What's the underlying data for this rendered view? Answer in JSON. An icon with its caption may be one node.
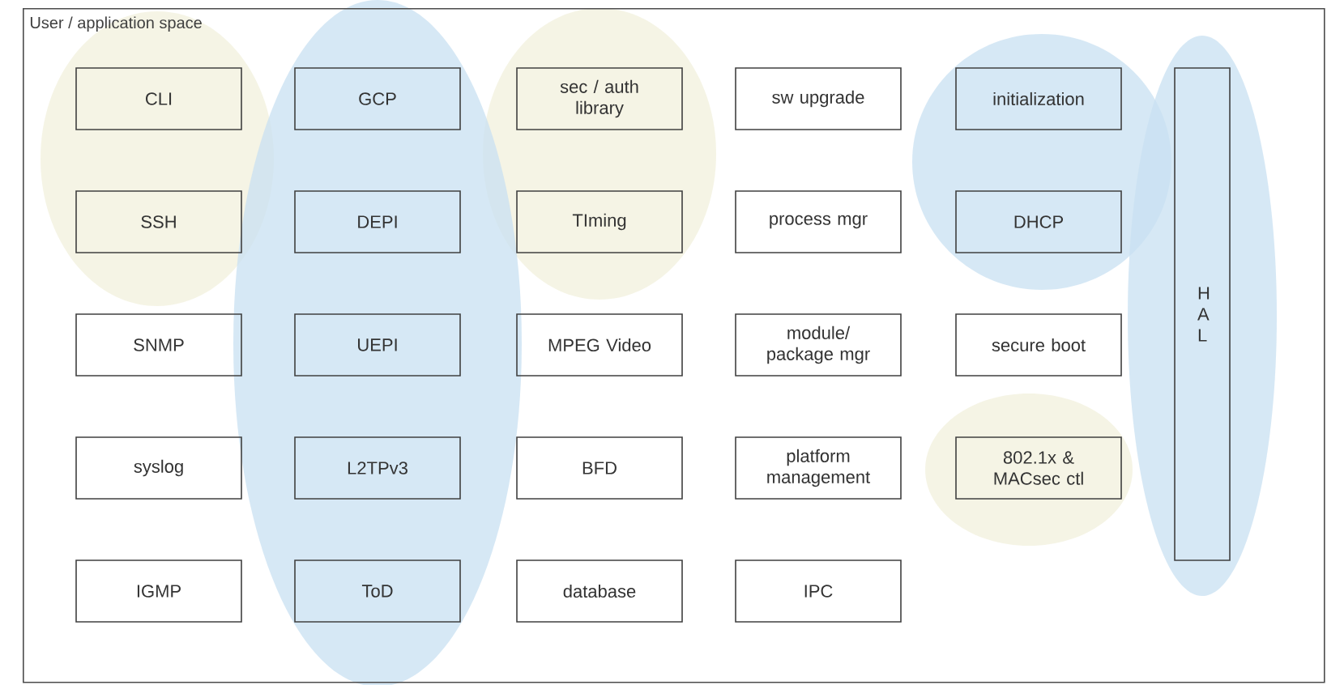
{
  "diagram": {
    "nodes": [
      {
        "text": [
          "User / application space"
        ]
      },
      {
        "text": [
          "CLI"
        ],
        "in": 0
      },
      {
        "text": [
          "GCP"
        ],
        "in": 0
      },
      {
        "text": [
          "sec / auth library"
        ],
        "in": 0
      },
      {
        "text": [
          "sw upgrade"
        ],
        "in": 0
      },
      {
        "text": [
          "initialization"
        ],
        "in": 0
      },
      {
        "text": [
          "H A L"
        ],
        "in": 0
      },
      {
        "text": [
          "SSH"
        ],
        "in": 0
      },
      {
        "text": [
          "DEPI"
        ],
        "in": 0
      },
      {
        "text": [
          "TIming"
        ],
        "in": 0
      },
      {
        "text": [
          "process mgr"
        ],
        "in": 0
      },
      {
        "text": [
          "DHCP"
        ],
        "in": 0
      },
      {
        "text": [
          "SNMP"
        ],
        "in": 0
      },
      {
        "text": [
          "UEPI"
        ],
        "in": 0
      },
      {
        "text": [
          "MPEG Video"
        ],
        "in": 0
      },
      {
        "text": [
          "module/ package mgr"
        ],
        "in": 0
      },
      {
        "text": [
          "secure boot"
        ],
        "in": 0
      },
      {
        "text": [
          "syslog"
        ],
        "in": 0
      },
      {
        "text": [
          "L2TPv3"
        ],
        "in": 0
      },
      {
        "text": [
          "BFD"
        ],
        "in": 0
      },
      {
        "text": [
          "platform management"
        ],
        "in": 0
      },
      {
        "text": [
          "802.1x & MACsec ctl"
        ],
        "in": 0
      },
      {
        "text": [
          "IGMP"
        ],
        "in": 0
      },
      {
        "text": [
          "ToD"
        ],
        "in": 0
      },
      {
        "text": [
          "database"
        ],
        "in": 0
      },
      {
        "text": [
          "IPC"
        ],
        "in": 0
      }
    ]
  }
}
